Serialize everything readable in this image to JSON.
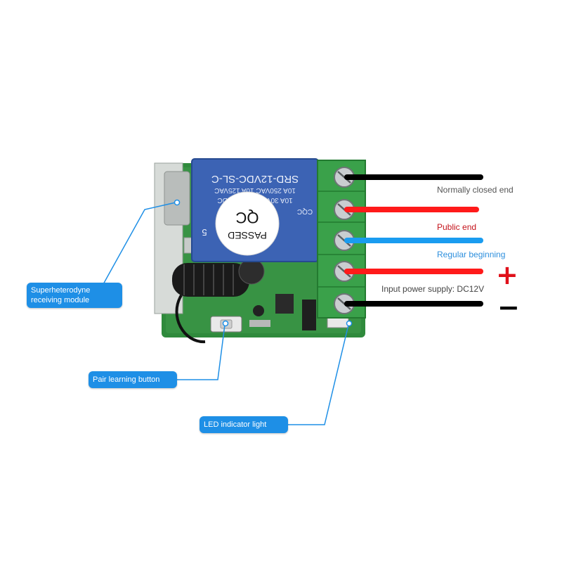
{
  "relay": {
    "model": "SRD-12VDC-SL-C",
    "rating_1": "10A 250VAC 10A 125VAC",
    "rating_2": "10A 30VDC 10A 28VDC",
    "qc_seal_top": "QC",
    "qc_seal_bottom": "PASSED",
    "brand_mark": "CQC",
    "pins": "5"
  },
  "terminals": [
    {
      "label": "Normally closed end",
      "color": "#000000",
      "label_color": "#555555"
    },
    {
      "label": "Public end",
      "color": "#ff1a1a",
      "label_color": "#c4121a"
    },
    {
      "label": "Regular beginning",
      "color": "#1a9cf0",
      "label_color": "#2d8fdd"
    },
    {
      "label": "Input power supply: DC12V",
      "color": "#ff1a1a",
      "label_color": "#444444"
    },
    {
      "label": "",
      "color": "#000000",
      "label_color": "#444444"
    }
  ],
  "signs": {
    "plus": "+",
    "minus": "−",
    "plus_color": "#e0101a",
    "minus_color": "#000000"
  },
  "callouts": {
    "receiver_line1": "Superheterodyne",
    "receiver_line2": "receiving module",
    "pair_button": "Pair learning button",
    "led": "LED indicator light"
  },
  "colors": {
    "accent": "#1e8fe6",
    "pcb_green": "#2f8a3c",
    "terminal_green": "#3aa14a",
    "relay_blue": "#3c63b4"
  }
}
